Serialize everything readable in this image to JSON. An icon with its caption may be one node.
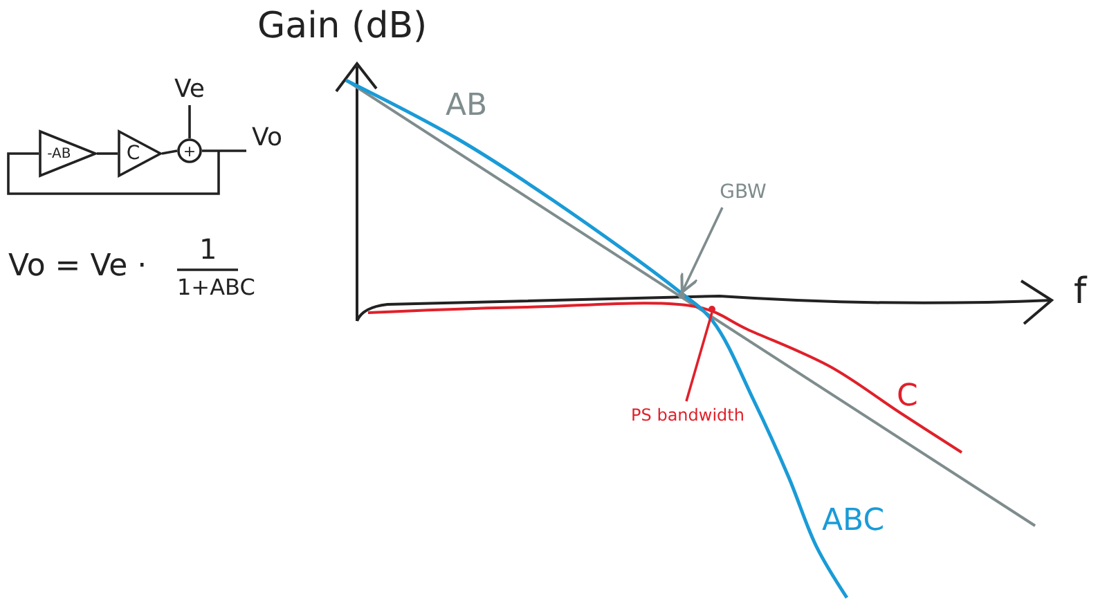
{
  "diagram": {
    "nodes": [
      {
        "text": [
          "-AB"
        ]
      },
      {
        "text": [
          "C"
        ]
      },
      {
        "text": [
          "+"
        ]
      },
      {
        "text": [
          "Ve"
        ]
      },
      {
        "text": [
          "Vo"
        ]
      },
      {
        "text": [
          "GBW"
        ]
      },
      {
        "text": [
          "PS bandwidth"
        ]
      },
      {
        "text": [],
        "shape": "circle"
      },
      {
        "text": [],
        "shape": "circle"
      }
    ],
    "edges": [
      {
        "from": 0,
        "to": 1,
        "arrow": "none"
      },
      {
        "from": 1,
        "to": 2,
        "arrow": "none"
      },
      {
        "from": 3,
        "to": 2,
        "arrow": "none"
      },
      {
        "from": 2,
        "to": 4,
        "arrow": "none"
      },
      {
        "from": 2,
        "to": 0,
        "arrow": "none"
      },
      {
        "from": 5,
        "to": 7,
        "arrow": "to",
        "color": "#7f8c8d"
      },
      {
        "from": 6,
        "to": 8,
        "arrow": "none",
        "color": "#e0202a"
      }
    ],
    "labels": [
      "Gain (dB)",
      "AB",
      "f",
      "C",
      "ABC",
      "Vo = Ve ·",
      "1",
      "1+ABC"
    ]
  }
}
